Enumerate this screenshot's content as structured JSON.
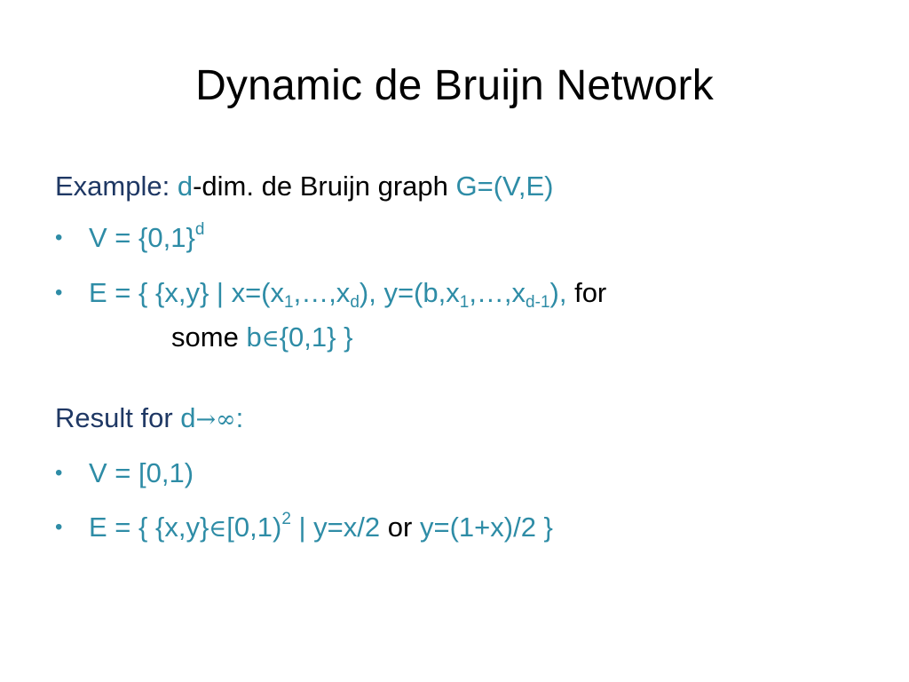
{
  "slide": {
    "title": "Dynamic de Bruijn Network",
    "example": {
      "label": "Example:",
      "d": "d",
      "text1": "-dim. de Bruijn graph",
      "graph": "G=(V,E)"
    },
    "bullet_char": "•",
    "v_line": {
      "text": "V = {0,1}",
      "sup": "d"
    },
    "e_line": {
      "p1": "E = { {x,y} | x=(x",
      "s1": "1",
      "p2": ",…,x",
      "s2": "d",
      "p3": "), y=(b,x",
      "s3": "1",
      "p4": ",…,x",
      "s4": "d-1",
      "p5": "),",
      "for": "for",
      "some": "some",
      "b": "b",
      "elem": "∈",
      "set": "{0,1} }"
    },
    "result": {
      "label": "Result for",
      "d": "d",
      "arrow": "→",
      "inf": "∞",
      "colon": ":"
    },
    "v2_line": {
      "text": "V = [0,1)"
    },
    "e2_line": {
      "p1": "E = { {x,y}",
      "elem": "∈",
      "p2": "[0,1)",
      "sup": "2",
      "p3": " | y=x/2",
      "or": "or",
      "p4": "y=(1+x)/2 }"
    }
  }
}
